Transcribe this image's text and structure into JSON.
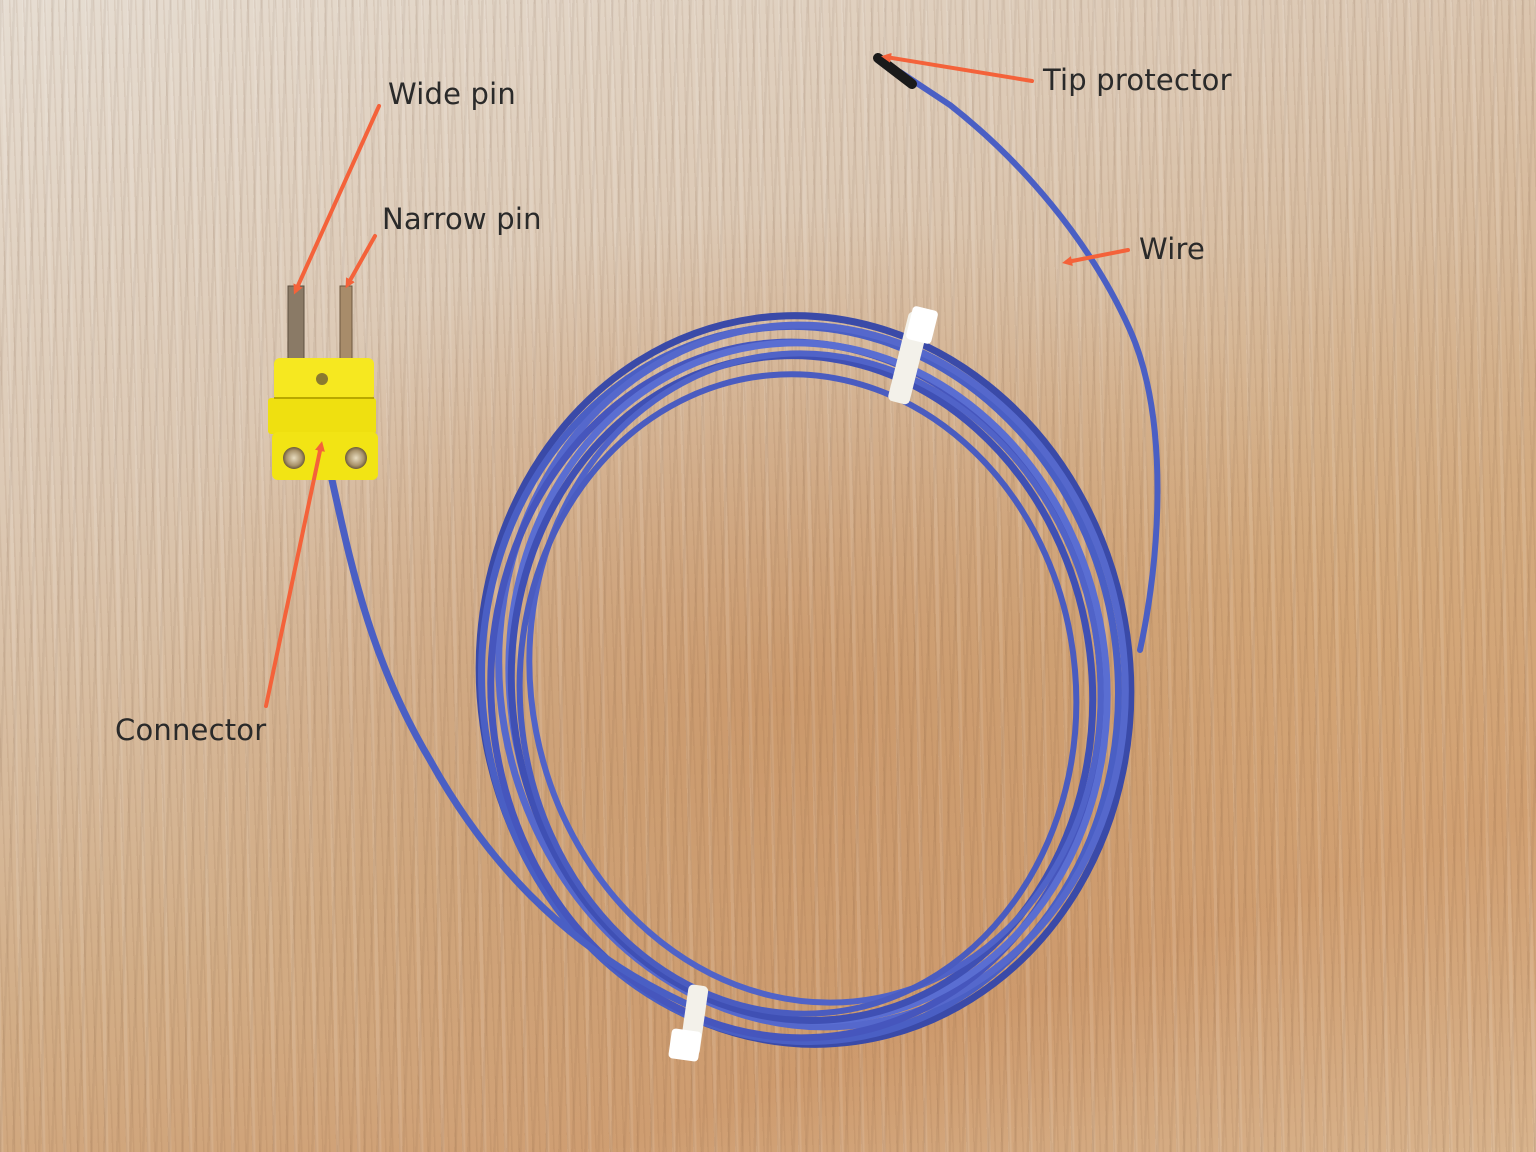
{
  "diagram": {
    "subject": "Thermocouple probe with mini connector on wooden surface",
    "colors": {
      "arrow": "#F4623A",
      "label_text": "#2a2a2a",
      "wire": "#4a5fc4",
      "connector": "#f2e414",
      "tip_protector": "#1a1a1a",
      "cable_tie": "#f3f1ea"
    },
    "labels": {
      "wide_pin": "Wide pin",
      "narrow_pin": "Narrow pin",
      "connector": "Connector",
      "tip_protector": "Tip protector",
      "wire": "Wire"
    }
  }
}
